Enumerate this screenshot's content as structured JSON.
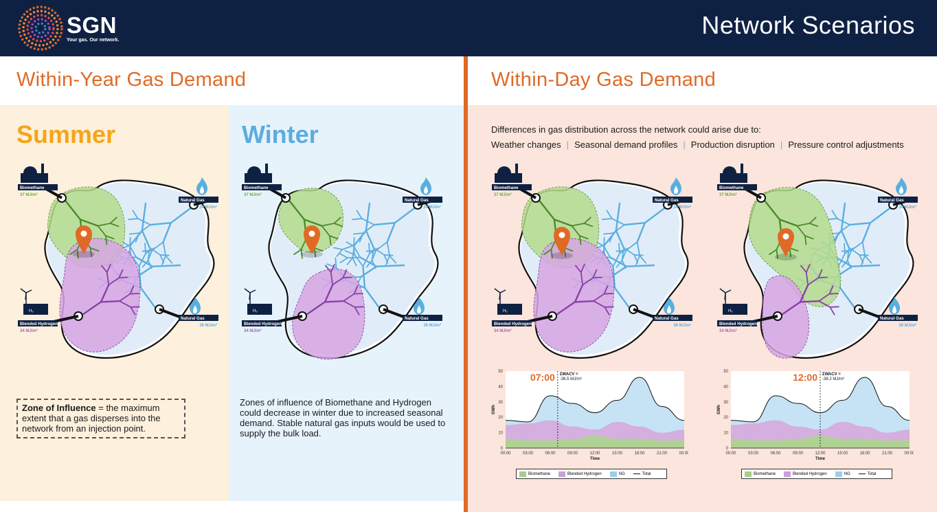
{
  "header": {
    "brand": "SGN",
    "tagline": "Your gas. Our network.",
    "title": "Network Scenarios"
  },
  "within_year": {
    "title": "Within-Year Gas Demand",
    "summer": "Summer",
    "winter": "Winter",
    "zone_term": "Zone of Influence",
    "zone_def": " = the maximum extent that a gas disperses into the network from an injection point.",
    "winter_note": "Zones of influence of Biomethane and Hydrogen could decrease in winter due to increased seasonal demand. Stable natural gas inputs would be used to supply the bulk load."
  },
  "within_day": {
    "title": "Within-Day Gas Demand",
    "intro": "Differences in gas distribution across the network could arise due to:",
    "reasons": [
      "Weather changes",
      "Seasonal demand profiles",
      "Production disruption",
      "Pressure control adjustments"
    ]
  },
  "map_labels": {
    "biomethane": "Biomethane",
    "biomethane_cv": "37 MJ/m³",
    "natural_gas": "Natural Gas",
    "natural_gas_cv": "39 MJ/m³",
    "hydrogen": "Blended Hydrogen",
    "hydrogen_cv": "34 MJ/m³",
    "h2": "H₂"
  },
  "colors": {
    "navy": "#0f2143",
    "orange": "#e06a25",
    "summer": "#f5a51b",
    "winter": "#5cacdf",
    "biomethane": "#6dab3c",
    "hydrogen": "#a960c0",
    "natural_gas": "#5aaee0"
  },
  "chart_data": [
    {
      "type": "area",
      "time_label": "07:00",
      "annotation": "ΣWACV = -36.5 MJ/m³",
      "marker_x": "07:00",
      "xlabel": "Time",
      "ylabel": "GWh",
      "ylim": [
        0,
        50
      ],
      "yticks": [
        0,
        10,
        20,
        30,
        40,
        50
      ],
      "x": [
        "00:00",
        "03:00",
        "06:00",
        "09:00",
        "12:00",
        "15:00",
        "18:00",
        "21:00",
        "00:00"
      ],
      "series": [
        {
          "name": "Biomethane",
          "values": [
            6,
            5,
            5,
            6,
            8,
            6,
            6,
            5,
            5
          ]
        },
        {
          "name": "Blended Hydrogen",
          "values": [
            9,
            11,
            13,
            8,
            4,
            11,
            8,
            5,
            7
          ]
        },
        {
          "name": "NG",
          "values": [
            3,
            1,
            16,
            15,
            11,
            14,
            32,
            17,
            6
          ]
        },
        {
          "name": "Total",
          "values": [
            18,
            17,
            34,
            29,
            23,
            31,
            46,
            27,
            18
          ]
        }
      ],
      "legend": [
        "Biomethane",
        "Blended Hydrogen",
        "NG",
        "Total"
      ]
    },
    {
      "type": "area",
      "time_label": "12:00",
      "annotation": "ΣWACV = -38.2 MJ/m³",
      "marker_x": "12:00",
      "xlabel": "Time",
      "ylabel": "GWh",
      "ylim": [
        0,
        50
      ],
      "yticks": [
        0,
        10,
        20,
        30,
        40,
        50
      ],
      "x": [
        "00:00",
        "03:00",
        "06:00",
        "09:00",
        "12:00",
        "15:00",
        "18:00",
        "21:00",
        "00:00"
      ],
      "series": [
        {
          "name": "Biomethane",
          "values": [
            6,
            5,
            5,
            6,
            8,
            6,
            6,
            5,
            5
          ]
        },
        {
          "name": "Blended Hydrogen",
          "values": [
            9,
            11,
            13,
            8,
            4,
            11,
            8,
            5,
            7
          ]
        },
        {
          "name": "NG",
          "values": [
            3,
            1,
            16,
            15,
            11,
            14,
            32,
            17,
            6
          ]
        },
        {
          "name": "Total",
          "values": [
            18,
            17,
            34,
            29,
            23,
            31,
            46,
            27,
            18
          ]
        }
      ],
      "legend": [
        "Biomethane",
        "Blended Hydrogen",
        "NG",
        "Total"
      ]
    }
  ]
}
